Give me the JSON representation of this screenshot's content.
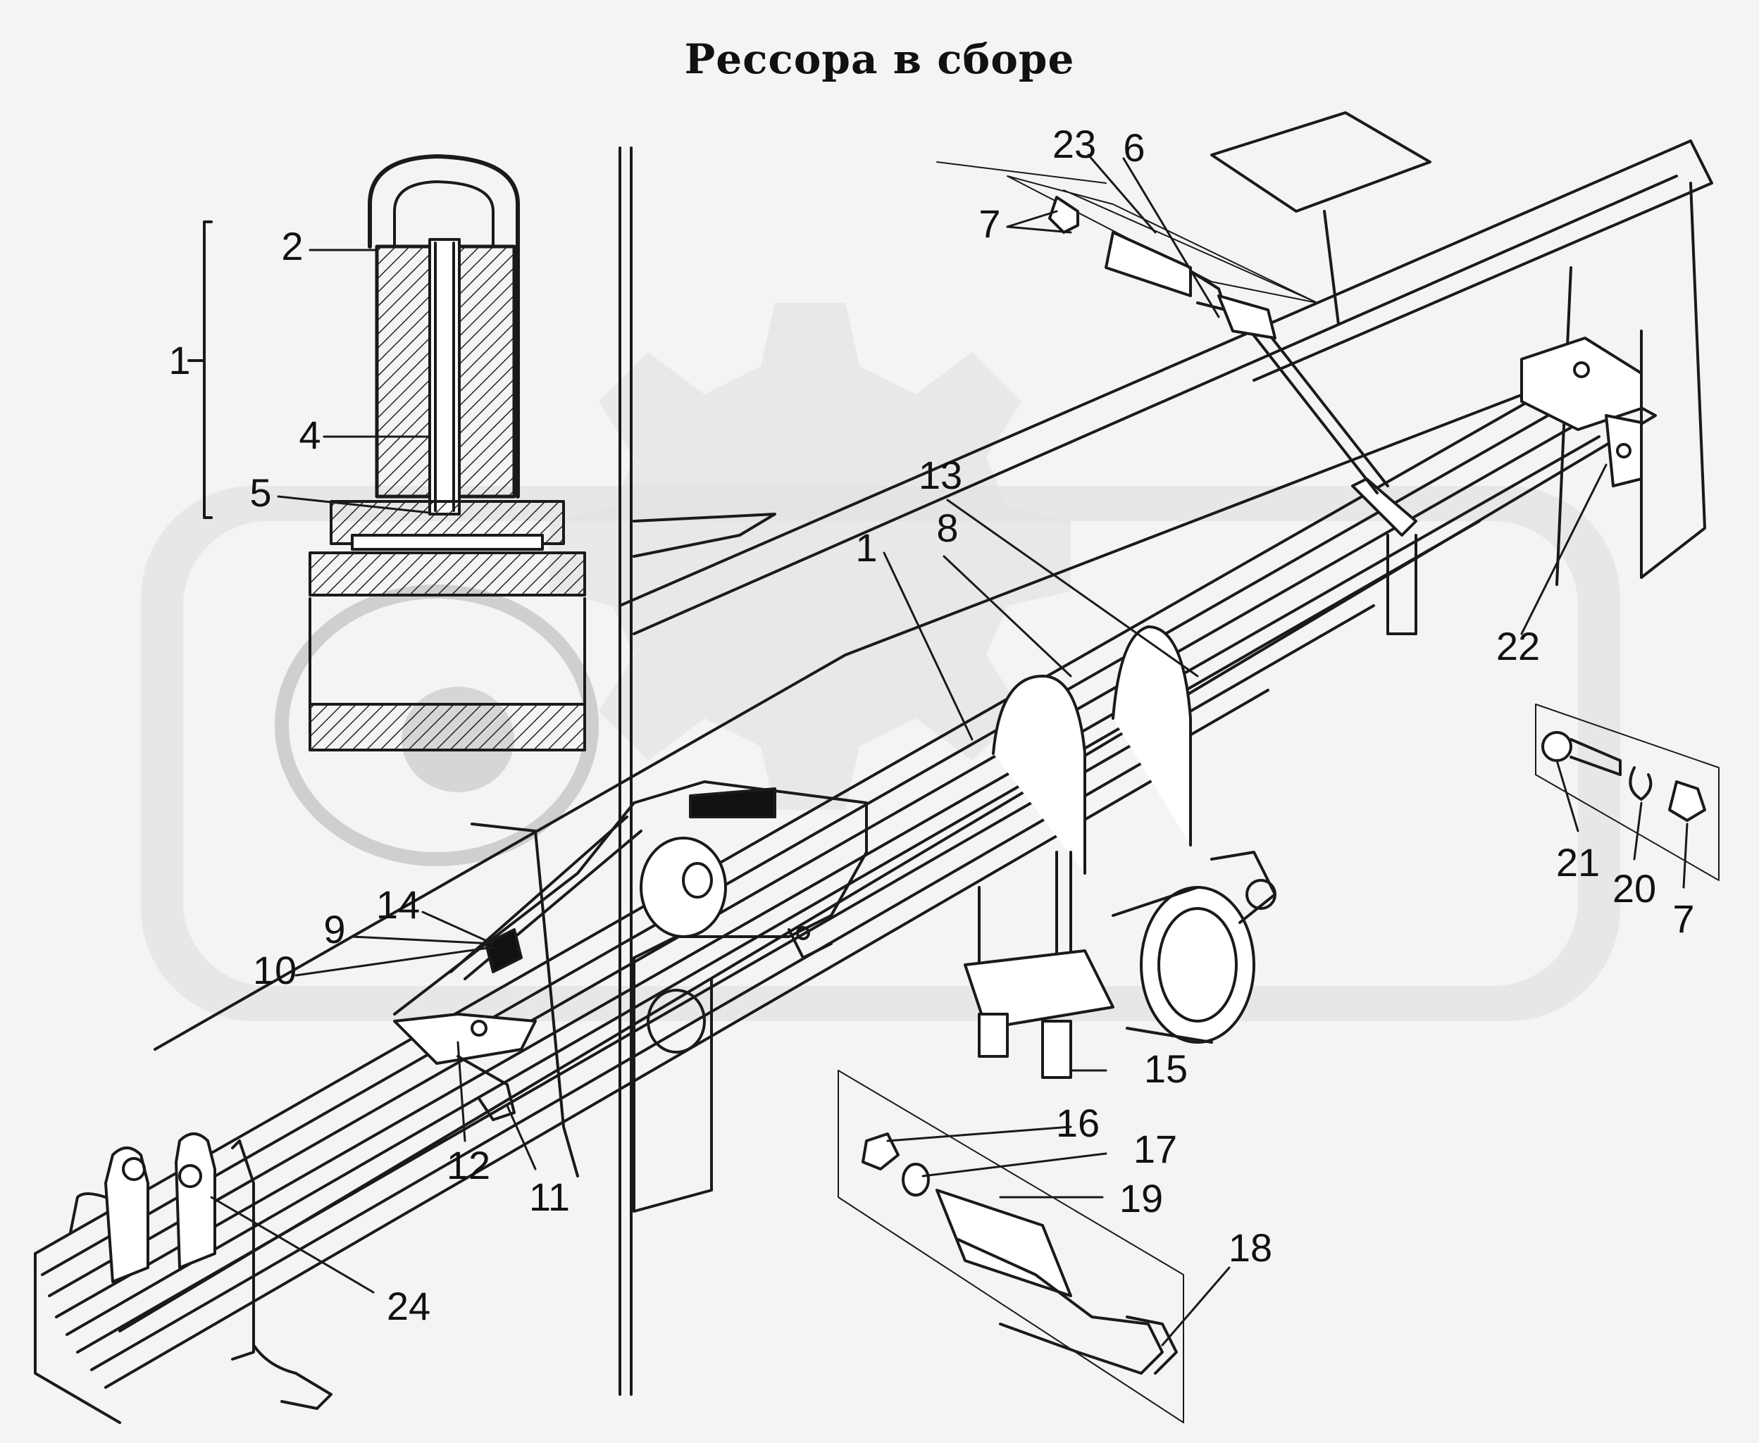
{
  "title": "Рессора в сборе",
  "labels": {
    "l1a": "1",
    "l2": "2",
    "l4": "4",
    "l5": "5",
    "l23": "23",
    "l6": "6",
    "l7a": "7",
    "l13": "13",
    "l8": "8",
    "l1b": "1",
    "l22": "22",
    "l21": "21",
    "l20": "20",
    "l7b": "7",
    "l14": "14",
    "l9": "9",
    "l10": "10",
    "l12": "12",
    "l11": "11",
    "l15": "15",
    "l16": "16",
    "l17": "17",
    "l19": "19",
    "l18": "18",
    "l24": "24"
  },
  "colors": {
    "line": "#1a1a1a",
    "watermark": "#d8d8d8",
    "background": "#f4f4f4"
  }
}
